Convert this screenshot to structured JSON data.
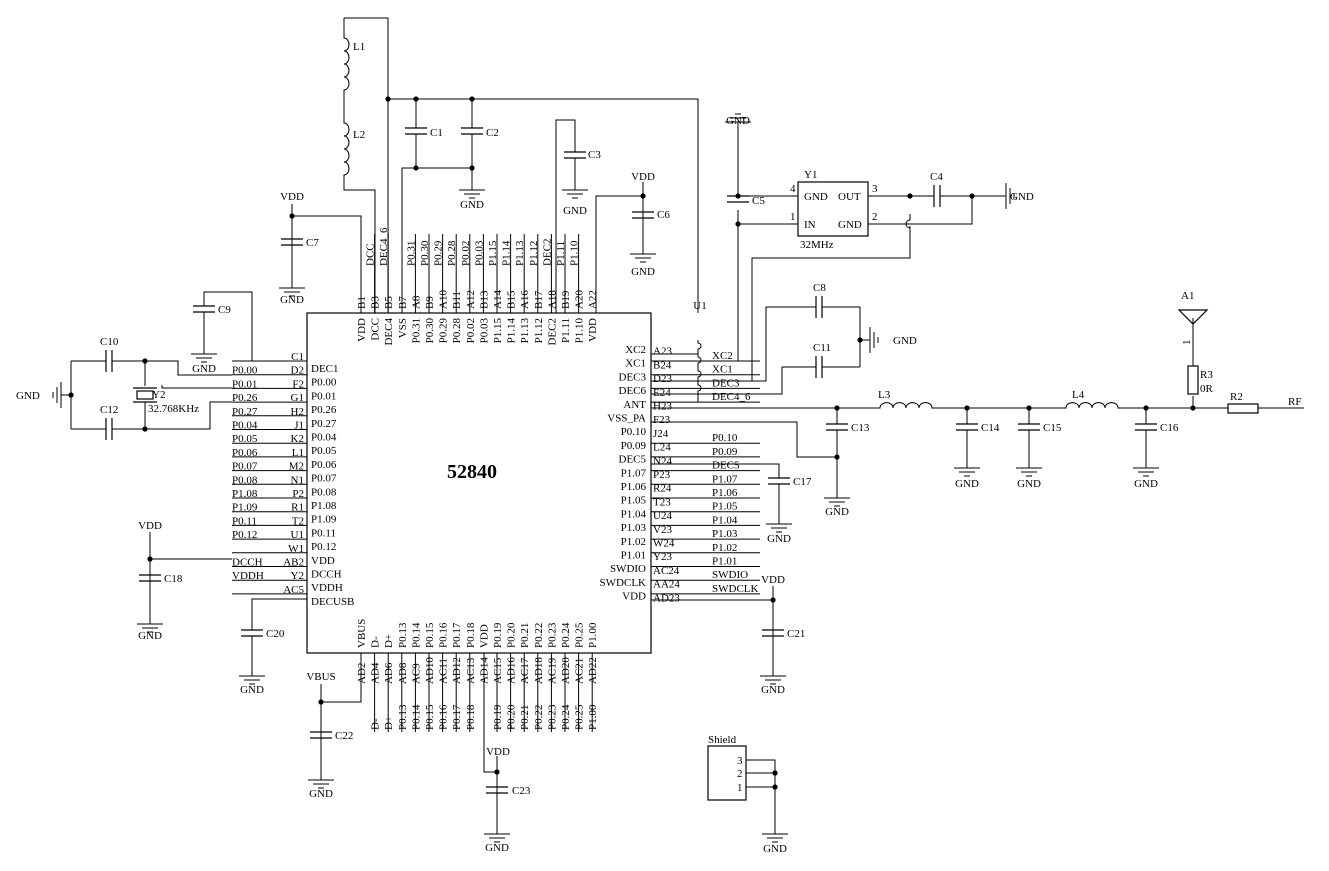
{
  "chip": {
    "name": "52840",
    "ref": "U1",
    "top_outer": [
      "B1",
      "B3",
      "B5",
      "B7",
      "A8",
      "B9",
      "A10",
      "B11",
      "A12",
      "B13",
      "A14",
      "B15",
      "A16",
      "B17",
      "A18",
      "B19",
      "A20",
      "A22"
    ],
    "top_inner": [
      "VDD",
      "DCC",
      "DEC4",
      "VSS",
      "P0.31",
      "P0.30",
      "P0.29",
      "P0.28",
      "P0.02",
      "P0.03",
      "P1.15",
      "P1.14",
      "P1.13",
      "P1.12",
      "DEC2",
      "P1.11",
      "P1.10",
      "VDD"
    ],
    "top_net": [
      "",
      "DCC",
      "DEC4_6",
      "",
      "P0.31",
      "P0.30",
      "P0.29",
      "P0.28",
      "P0.02",
      "P0.03",
      "P1.15",
      "P1.14",
      "P1.13",
      "P1.12",
      "DEC2",
      "P1.11",
      "P1.10",
      ""
    ],
    "left_pin": [
      "C1",
      "D2",
      "F2",
      "G1",
      "H2",
      "J1",
      "K2",
      "L1",
      "M2",
      "N1",
      "P2",
      "R1",
      "T2",
      "U1",
      "W1",
      "AB2",
      "Y2",
      "AC5"
    ],
    "left_inner": [
      "DEC1",
      "P0.00",
      "P0.01",
      "P0.26",
      "P0.27",
      "P0.04",
      "P0.05",
      "P0.06",
      "P0.07",
      "P0.08",
      "P1.08",
      "P1.09",
      "P0.11",
      "P0.12",
      "VDD",
      "DCCH",
      "VDDH",
      "DECUSB"
    ],
    "left_net": [
      "",
      "P0.00",
      "P0.01",
      "P0.26",
      "P0.27",
      "P0.04",
      "P0.05",
      "P0.06",
      "P0.07",
      "P0.08",
      "P1.08",
      "P1.09",
      "P0.11",
      "P0.12",
      "",
      "DCCH",
      "VDDH",
      ""
    ],
    "right_inner": [
      "XC2",
      "XC1",
      "DEC3",
      "DEC6",
      "ANT",
      "VSS_PA",
      "P0.10",
      "P0.09",
      "DEC5",
      "P1.07",
      "P1.06",
      "P1.05",
      "P1.04",
      "P1.03",
      "P1.02",
      "P1.01",
      "SWDIO",
      "SWDCLK",
      "VDD"
    ],
    "right_pin": [
      "A23",
      "B24",
      "D23",
      "E24",
      "H23",
      "F23",
      "J24",
      "L24",
      "N24",
      "P23",
      "R24",
      "T23",
      "U24",
      "V23",
      "W24",
      "Y23",
      "AC24",
      "AA24",
      "AD23"
    ],
    "right_net": [
      "XC2",
      "XC1",
      "DEC3",
      "DEC4_6",
      "",
      "",
      "P0.10",
      "P0.09",
      "DEC5",
      "P1.07",
      "P1.06",
      "P1.05",
      "P1.04",
      "P1.03",
      "P1.02",
      "P1.01",
      "SWDIO",
      "SWDCLK",
      ""
    ],
    "bottom_inner": [
      "VBUS",
      "D-",
      "D+",
      "P0.13",
      "P0.14",
      "P0.15",
      "P0.16",
      "P0.17",
      "P0.18",
      "VDD",
      "P0.19",
      "P0.20",
      "P0.21",
      "P0.22",
      "P0.23",
      "P0.24",
      "P0.25",
      "P1.00"
    ],
    "bottom_pin": [
      "AD2",
      "AD4",
      "AD6",
      "AD8",
      "AC9",
      "AD10",
      "AC11",
      "AD12",
      "AC13",
      "AD14",
      "AC15",
      "AD16",
      "AC17",
      "AD18",
      "AC19",
      "AD20",
      "AC21",
      "AD22"
    ],
    "bottom_net": [
      "",
      "D-",
      "D+",
      "P0.13",
      "P0.14",
      "P0.15",
      "P0.16",
      "P0.17",
      "P0.18",
      "",
      "P0.19",
      "P0.20",
      "P0.21",
      "P0.22",
      "P0.23",
      "P0.24",
      "P0.25",
      "P1.00"
    ]
  },
  "labels": {
    "gnd": "GND",
    "vdd": "VDD",
    "vbus": "VBUS",
    "rf": "RF",
    "l1": "L1",
    "l2": "L2",
    "l3": "L3",
    "l4": "L4",
    "c1": "C1",
    "c2": "C2",
    "c3": "C3",
    "c4": "C4",
    "c5": "C5",
    "c6": "C6",
    "c7": "C7",
    "c8": "C8",
    "c9": "C9",
    "c10": "C10",
    "c11": "C11",
    "c12": "C12",
    "c13": "C13",
    "c14": "C14",
    "c15": "C15",
    "c16": "C16",
    "c17": "C17",
    "c18": "C18",
    "c20": "C20",
    "c21": "C21",
    "c22": "C22",
    "c23": "C23",
    "r2": "R2",
    "r3": "R3",
    "r3_value": "0R",
    "a1": "A1",
    "a1_pin": "1",
    "y1": "Y1",
    "y1_freq": "32MHz",
    "y1_gnd": "GND",
    "y1_out": "OUT",
    "y1_in": "IN",
    "y1_pin1": "1",
    "y1_pin2": "2",
    "y1_pin3": "3",
    "y1_pin4": "4",
    "y2": "Y2",
    "y2_freq": "32.768KHz",
    "dec4_6": "DEC4_6",
    "shield": "Shield",
    "shield_pin1": "1",
    "shield_pin2": "2",
    "shield_pin3": "3"
  }
}
